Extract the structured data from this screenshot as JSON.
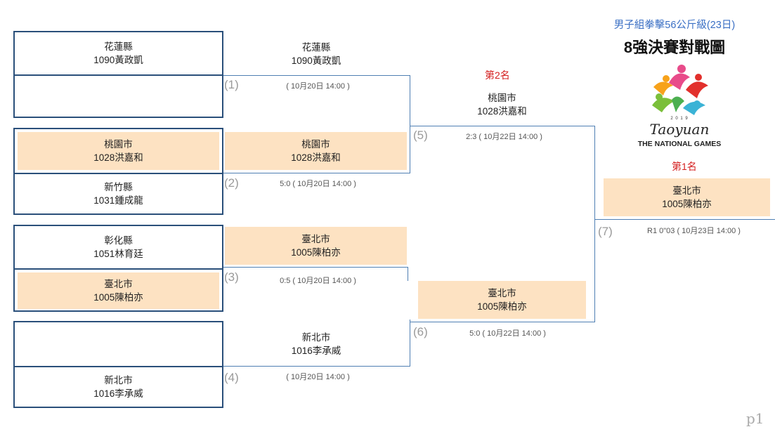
{
  "header": {
    "subtitle": "男子組拳擊56公斤級(23日)",
    "title": "8強決賽對戰圖",
    "logo_text": "Taoyuan",
    "logo_year": "2 0 1 9",
    "logo_caption": "THE NATIONAL GAMES"
  },
  "round1": [
    {
      "team": "花蓮縣",
      "athlete": "1090黃政凱"
    },
    {
      "team": "",
      "athlete": ""
    },
    {
      "team": "桃園市",
      "athlete": "1028洪嘉和"
    },
    {
      "team": "新竹縣",
      "athlete": "1031鍾成龍"
    },
    {
      "team": "彰化縣",
      "athlete": "1051林育廷"
    },
    {
      "team": "臺北市",
      "athlete": "1005陳柏亦"
    },
    {
      "team": "",
      "athlete": ""
    },
    {
      "team": "新北市",
      "athlete": "1016李承威"
    }
  ],
  "round2": [
    {
      "team": "花蓮縣",
      "athlete": "1090黃政凱"
    },
    {
      "team": "桃園市",
      "athlete": "1028洪嘉和"
    },
    {
      "team": "臺北市",
      "athlete": "1005陳柏亦"
    },
    {
      "team": "新北市",
      "athlete": "1016李承威"
    }
  ],
  "semis": [
    {
      "team": "桃園市",
      "athlete": "1028洪嘉和"
    },
    {
      "team": "臺北市",
      "athlete": "1005陳柏亦"
    }
  ],
  "final": {
    "team": "臺北市",
    "athlete": "1005陳柏亦"
  },
  "matches": [
    {
      "no": "(1)",
      "info": "( 10月20日 14:00 )"
    },
    {
      "no": "(2)",
      "info": "5:0 ( 10月20日 14:00 )"
    },
    {
      "no": "(3)",
      "info": "0:5 ( 10月20日 14:00 )"
    },
    {
      "no": "(4)",
      "info": "( 10月20日 14:00 )"
    },
    {
      "no": "(5)",
      "info": "2:3 ( 10月22日 14:00 )"
    },
    {
      "no": "(6)",
      "info": "5:0 ( 10月22日 14:00 )"
    },
    {
      "no": "(7)",
      "info": "R1 0\"03 ( 10月23日 14:00 )"
    }
  ],
  "ranks": {
    "second": "第2名",
    "first": "第1名"
  },
  "page_no": "p1",
  "colors": {
    "line": "#4f7fb3",
    "box_border": "#2a4f7a",
    "highlight": "#fde2c2",
    "rank": "#d42020",
    "subtitle": "#3a6fc4"
  }
}
